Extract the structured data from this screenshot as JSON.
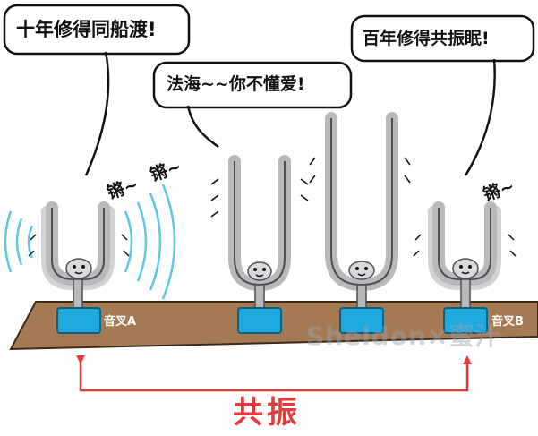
{
  "speech": {
    "left": "十年修得同船渡!",
    "middle": "法海~~你不懂爱!",
    "right": "百年修得共振眠!"
  },
  "sound_effects": {
    "left_1": "锵~",
    "left_2": "锵~",
    "right": "锵~"
  },
  "labels": {
    "fork_a": "音叉A",
    "fork_b": "音叉B"
  },
  "watermark": "Sheldon×蜜汁",
  "caption": "共振",
  "colors": {
    "accent": "#e23b3b",
    "table": "#a57a52",
    "base": "#1ea9e1",
    "fork": "#b7b9bb",
    "waves": "#5cc7e6"
  }
}
